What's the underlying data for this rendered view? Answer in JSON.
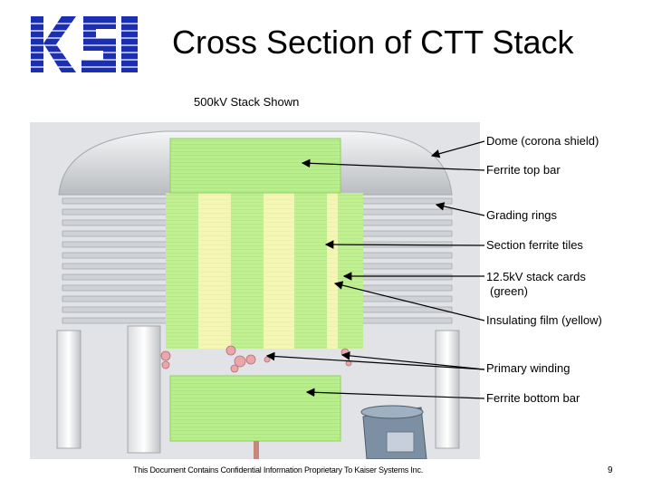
{
  "logo": {
    "text": "KSI",
    "color": "#1b2fb5"
  },
  "title": "Cross Section of CTT Stack",
  "subtitle": "500kV Stack Shown",
  "callouts": [
    {
      "id": "dome",
      "text": "Dome (corona shield)"
    },
    {
      "id": "ferrite-top",
      "text": "Ferrite top bar"
    },
    {
      "id": "grading",
      "text": "Grading rings"
    },
    {
      "id": "section-ferrite",
      "text": "Section ferrite tiles"
    },
    {
      "id": "stack-cards",
      "text": "12.5kV stack cards",
      "text2": "(green)"
    },
    {
      "id": "insulating",
      "text": "Insulating film (yellow)"
    },
    {
      "id": "primary",
      "text": "Primary winding"
    },
    {
      "id": "ferrite-bottom",
      "text": "Ferrite bottom bar"
    }
  ],
  "footer": "This Document Contains Confidential Information Proprietary To Kaiser Systems Inc.",
  "page_number": "9",
  "colors": {
    "ferrite_green": "#b8ef8c",
    "film_yellow": "#f4f7b4",
    "ring_gray": "#c9ccd0",
    "logo_blue": "#1b2fb5"
  }
}
